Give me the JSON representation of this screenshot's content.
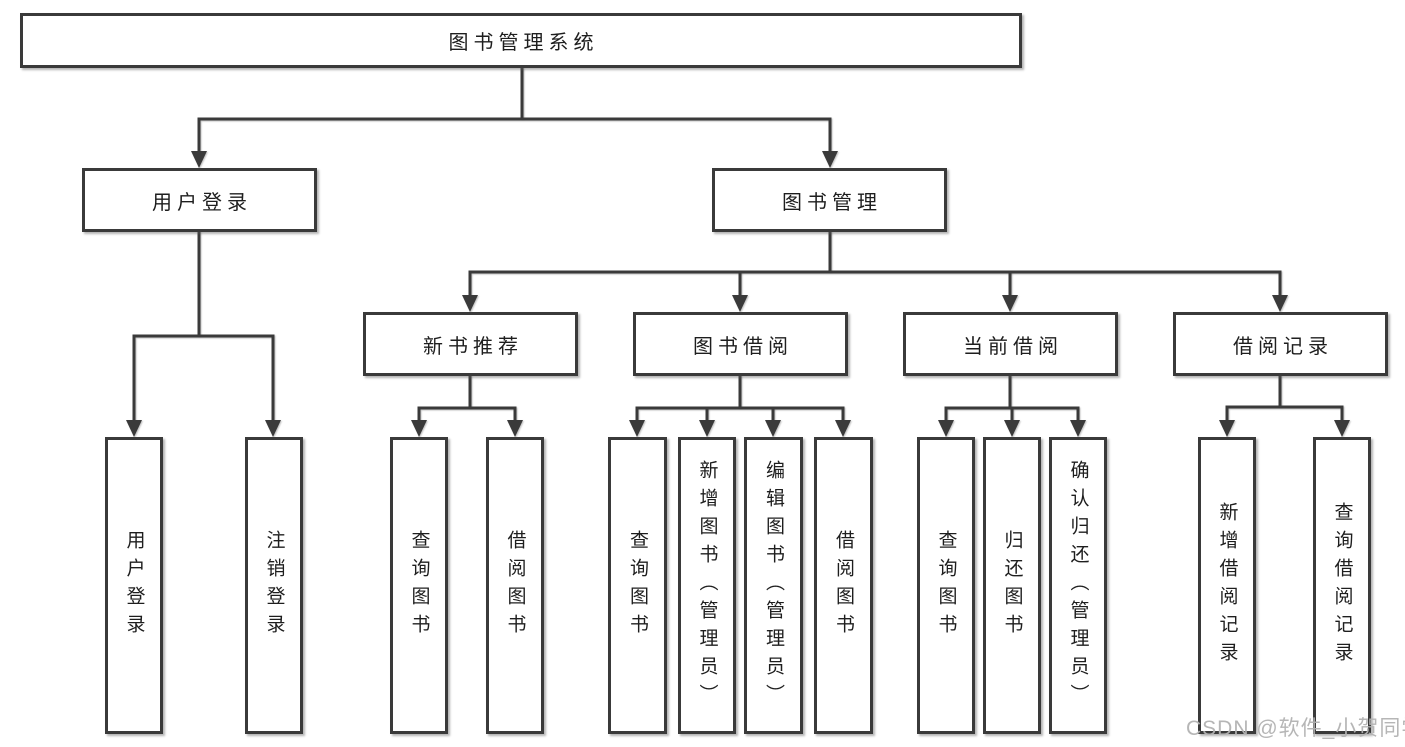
{
  "diagram": {
    "root": {
      "label": "图书管理系统",
      "children": [
        {
          "label": "用户登录",
          "children": [
            {
              "label": "用户登录"
            },
            {
              "label": "注销登录"
            }
          ]
        },
        {
          "label": "图书管理",
          "children": [
            {
              "label": "新书推荐",
              "children": [
                {
                  "label": "查询图书"
                },
                {
                  "label": "借阅图书"
                }
              ]
            },
            {
              "label": "图书借阅",
              "children": [
                {
                  "label": "查询图书"
                },
                {
                  "label": "新增图书（管理员）"
                },
                {
                  "label": "编辑图书（管理员）"
                },
                {
                  "label": "借阅图书"
                }
              ]
            },
            {
              "label": "当前借阅",
              "children": [
                {
                  "label": "查询图书"
                },
                {
                  "label": "归还图书"
                },
                {
                  "label": "确认归还（管理员）"
                }
              ]
            },
            {
              "label": "借阅记录",
              "children": [
                {
                  "label": "新增借阅记录"
                },
                {
                  "label": "查询借阅记录"
                }
              ]
            }
          ]
        }
      ]
    }
  },
  "watermark": {
    "text": "CSDN @软件_小贺同学"
  },
  "colors": {
    "line": "#3a3a3a",
    "text": "#1e1e1e",
    "box_fill": "#ffffff",
    "background": "#ffffff",
    "watermark": "#b2b2b2"
  }
}
